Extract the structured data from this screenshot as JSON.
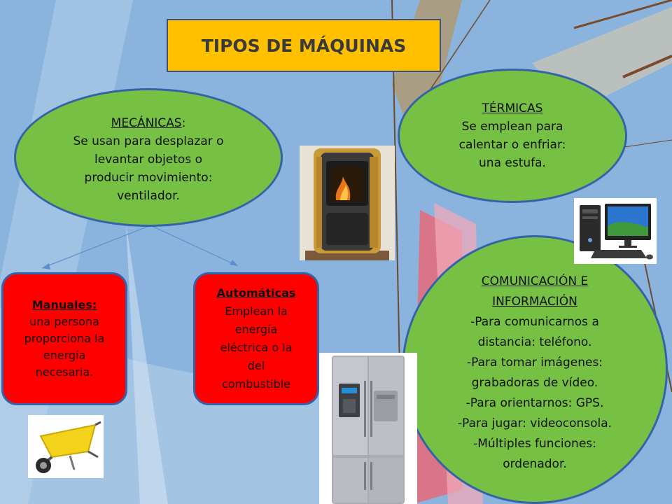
{
  "title": "TIPOS DE MÁQUINAS",
  "mecanicas": {
    "heading": "MECÁNICAS",
    "heading_suffix": ":",
    "lines": [
      "Se usan para desplazar o",
      "levantar objetos o",
      "producir movimiento:",
      "ventilador."
    ]
  },
  "termicas": {
    "heading": "TÉRMICAS",
    "lines": [
      "Se emplean para",
      "calentar o enfriar:",
      "una estufa."
    ]
  },
  "comunicacion": {
    "heading_lines": [
      "COMUNICACIÓN E",
      "INFORMACIÓN"
    ],
    "lines": [
      "-Para comunicarnos a",
      "distancia: teléfono.",
      "-Para tomar imágenes:",
      "grabadoras de vídeo.",
      "-Para orientarnos: GPS.",
      "-Para jugar: videoconsola.",
      "-Múltiples funciones:",
      "ordenador."
    ]
  },
  "manuales": {
    "heading": "Manuales:",
    "lines": [
      "una persona",
      "proporciona la",
      "energía",
      "necesaria."
    ]
  },
  "automaticas": {
    "heading": "Automáticas",
    "lines": [
      "Emplean  la",
      "energía",
      "eléctrica o la",
      "del",
      "combustible"
    ]
  },
  "colors": {
    "background": "#8ab4de",
    "title_fill": "#ffc000",
    "oval_fill": "#76c043",
    "box_fill": "#ff0000",
    "outline": "#3463a8"
  }
}
